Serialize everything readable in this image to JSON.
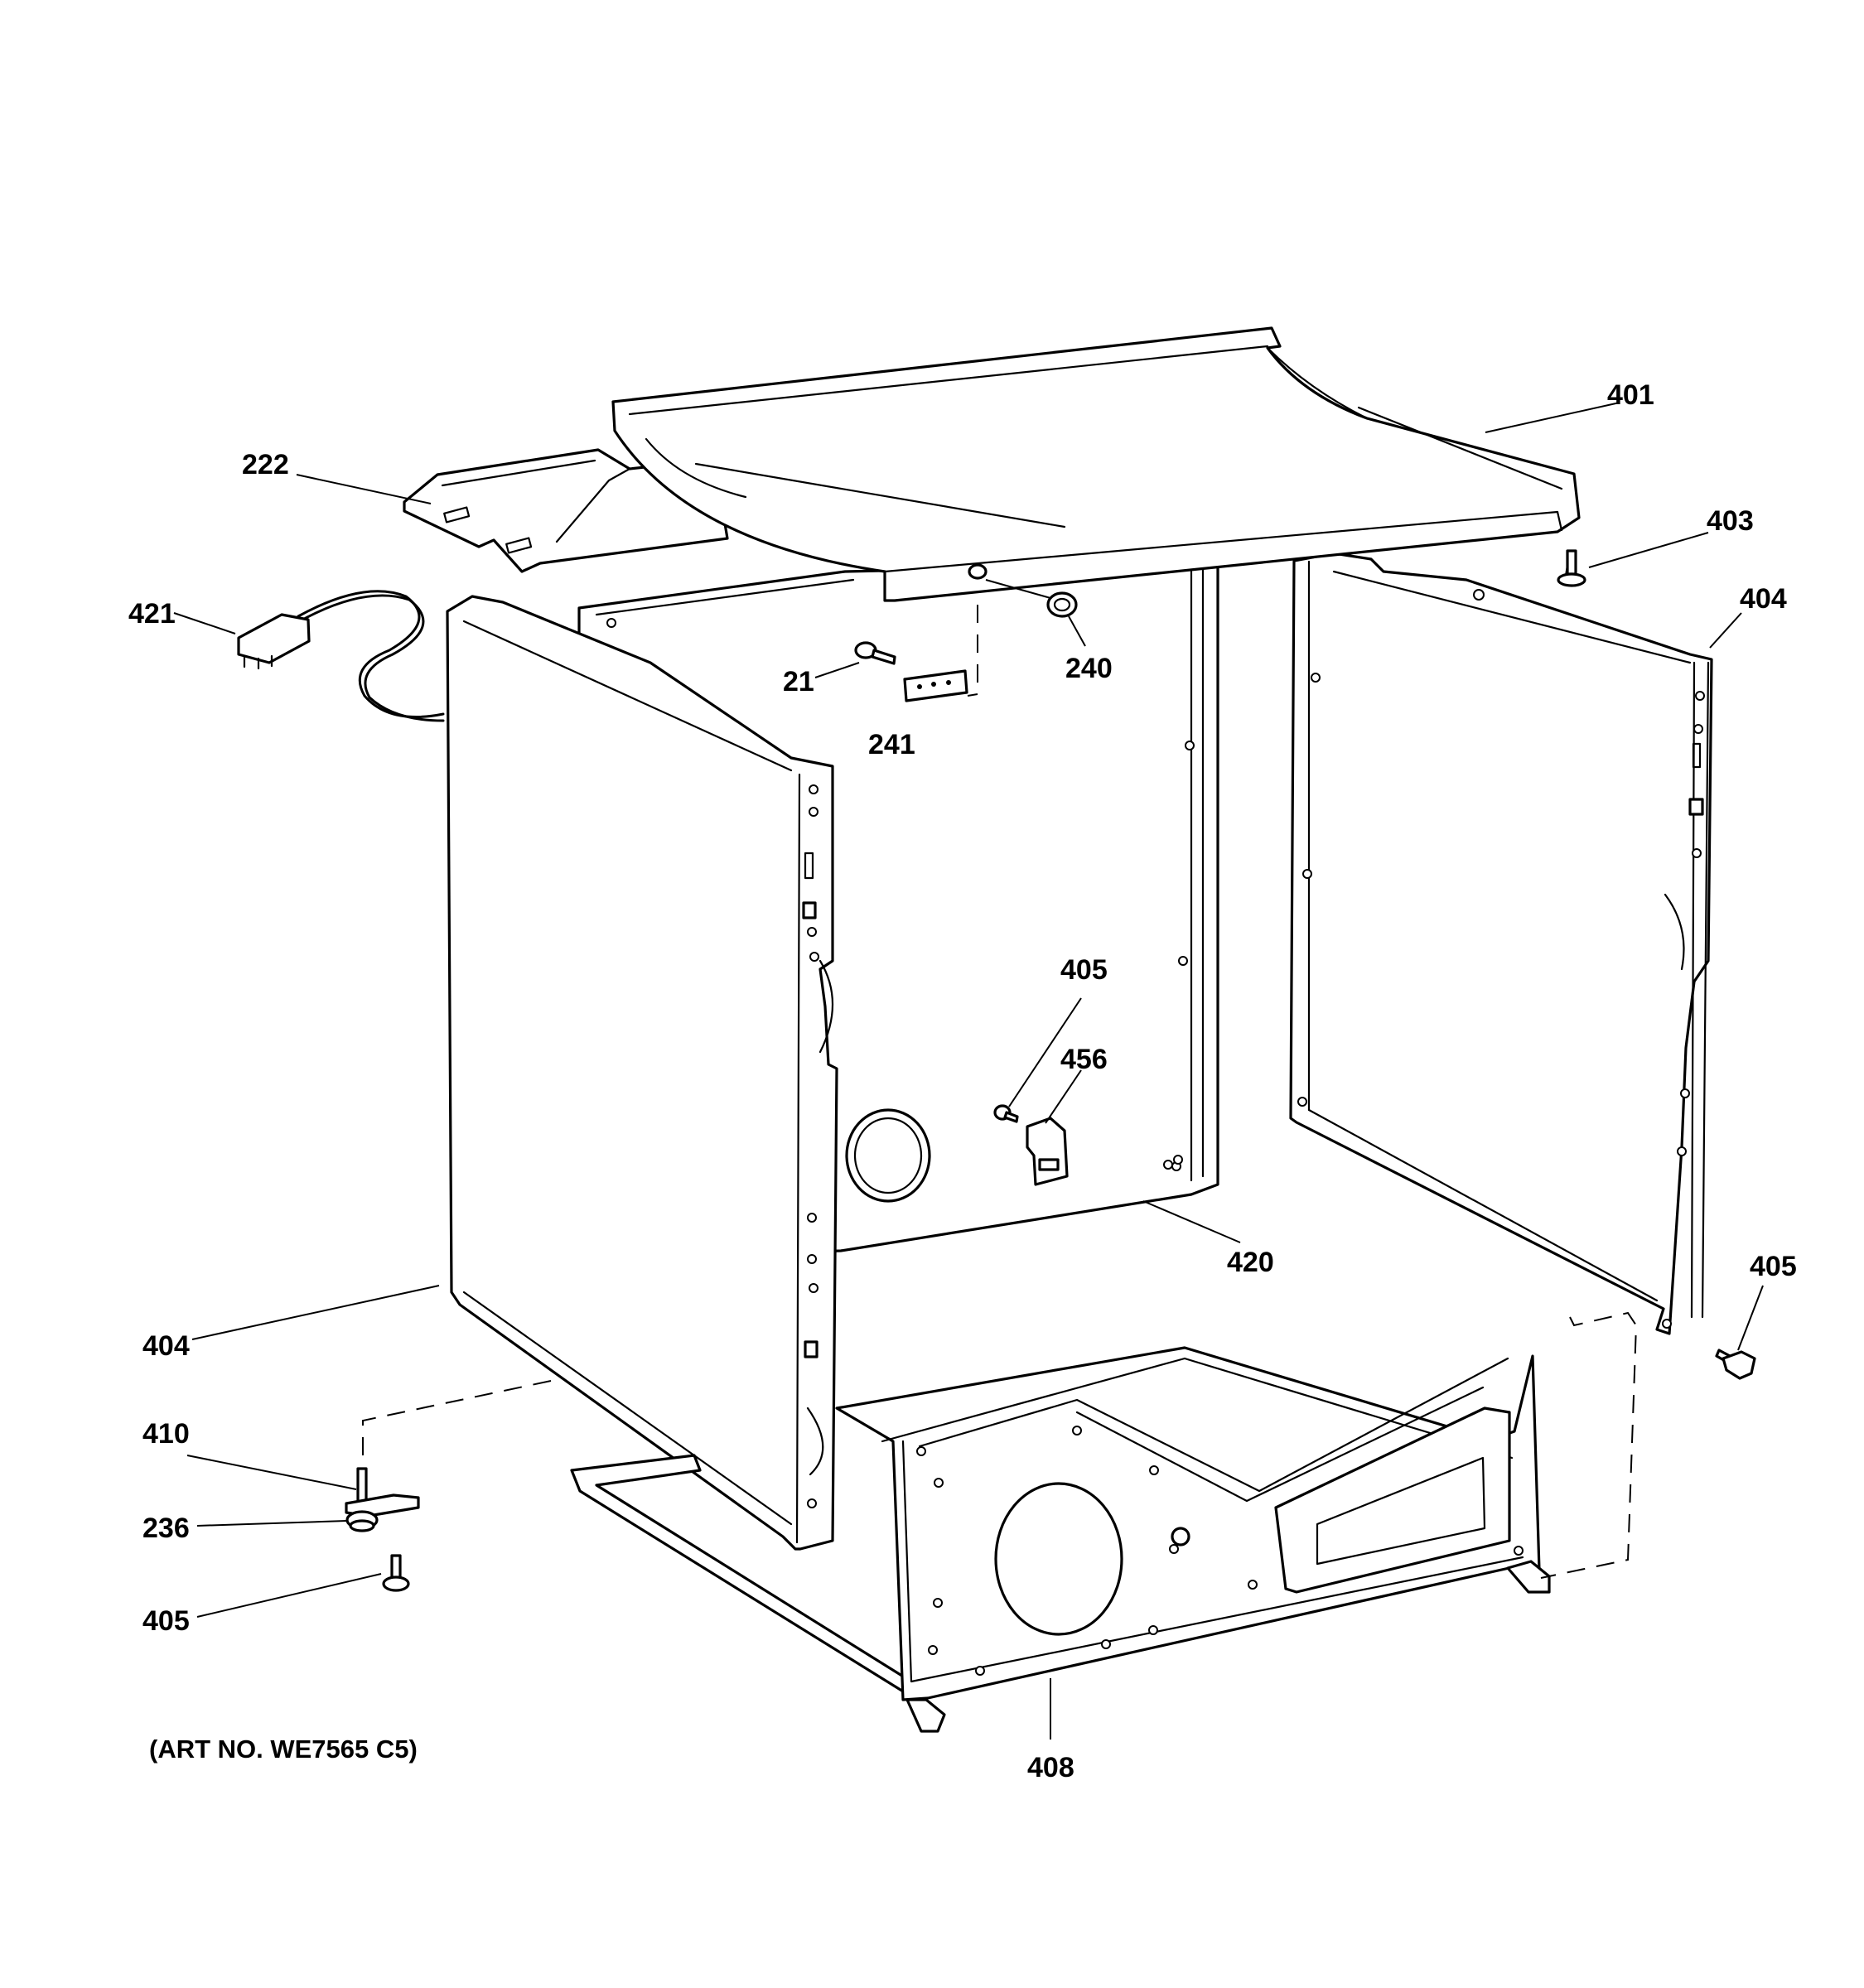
{
  "callouts": {
    "c401": "401",
    "c222": "222",
    "c403": "403",
    "c421": "421",
    "c404_right": "404",
    "c21": "21",
    "c240": "240",
    "c241": "241",
    "c405_center": "405",
    "c456": "456",
    "c420": "420",
    "c405_right": "405",
    "c404_left": "404",
    "c410": "410",
    "c236": "236",
    "c405_left": "405",
    "c408": "408"
  },
  "art_number": "(ART NO. WE7565 C5)"
}
